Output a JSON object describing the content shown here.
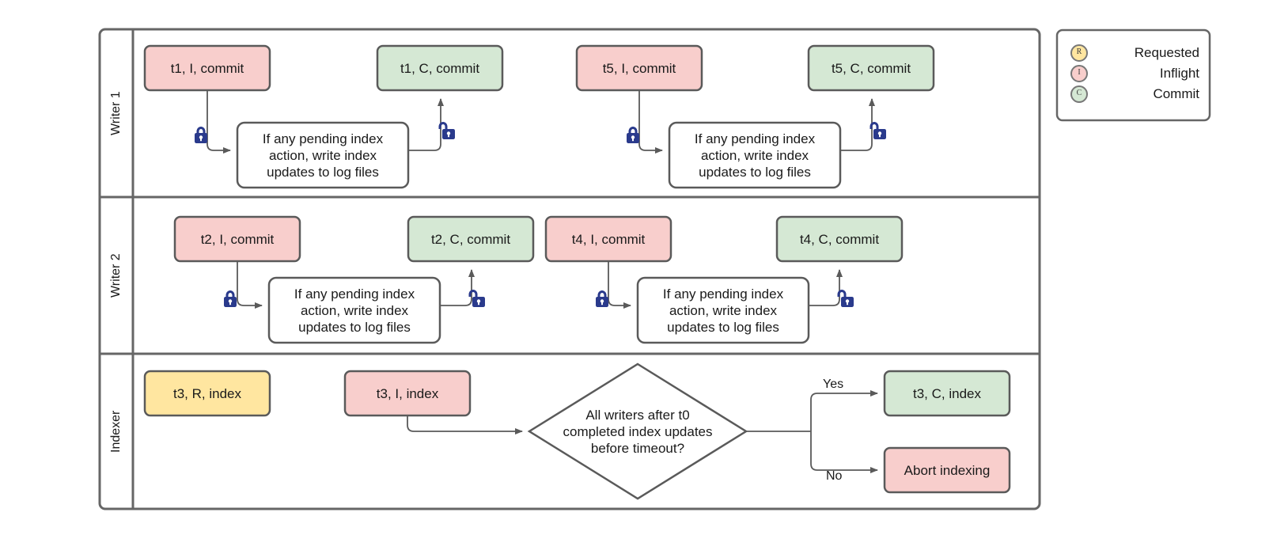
{
  "diagram": {
    "title_visible": false,
    "colors": {
      "inflight_fill": "#f8cecc",
      "commit_fill": "#d5e8d4",
      "requested_fill": "#ffe6a0",
      "plain_fill": "#ffffff",
      "node_stroke": "#5a5a5a",
      "lane_stroke": "#666666",
      "edge_stroke": "#5a5a5a",
      "lock_fill": "#2a3a8c",
      "text": "#1a1a1a"
    },
    "lanes": [
      {
        "id": "writer1",
        "label": "Writer 1"
      },
      {
        "id": "writer2",
        "label": "Writer 2"
      },
      {
        "id": "indexer",
        "label": "Indexer"
      }
    ],
    "nodes": {
      "w1_t1_i": {
        "text": "t1, I, commit",
        "state": "Inflight"
      },
      "w1_t1_c": {
        "text": "t1, C, commit",
        "state": "Commit"
      },
      "w1_t5_i": {
        "text": "t5, I, commit",
        "state": "Inflight"
      },
      "w1_t5_c": {
        "text": "t5, C, commit",
        "state": "Commit"
      },
      "w1_note_a": {
        "text": "If any pending index\naction, write index\nupdates to log files",
        "state": "Plain"
      },
      "w1_note_b": {
        "text": "If any pending index\naction, write index\nupdates to log files",
        "state": "Plain"
      },
      "w2_t2_i": {
        "text": "t2, I, commit",
        "state": "Inflight"
      },
      "w2_t2_c": {
        "text": "t2, C, commit",
        "state": "Commit"
      },
      "w2_t4_i": {
        "text": "t4, I, commit",
        "state": "Inflight"
      },
      "w2_t4_c": {
        "text": "t4, C, commit",
        "state": "Commit"
      },
      "w2_note_a": {
        "text": "If any pending index\naction, write index\nupdates to log files",
        "state": "Plain"
      },
      "w2_note_b": {
        "text": "If any pending index\naction, write index\nupdates to log files",
        "state": "Plain"
      },
      "ix_t3_r": {
        "text": "t3, R, index",
        "state": "Requested"
      },
      "ix_t3_i": {
        "text": "t3, I, index",
        "state": "Inflight"
      },
      "ix_decision": {
        "text": "All writers after t0\ncompleted index updates\nbefore timeout?",
        "state": "Decision"
      },
      "ix_t3_c": {
        "text": "t3, C, index",
        "state": "Commit"
      },
      "ix_abort": {
        "text": "Abort indexing",
        "state": "Inflight"
      }
    },
    "edge_labels": {
      "yes": "Yes",
      "no": "No"
    },
    "locks": [
      {
        "id": "w1-lock-1",
        "kind": "locked-icon"
      },
      {
        "id": "w1-unlock-1",
        "kind": "unlocked-icon"
      },
      {
        "id": "w1-lock-2",
        "kind": "locked-icon"
      },
      {
        "id": "w1-unlock-2",
        "kind": "unlocked-icon"
      },
      {
        "id": "w2-lock-1",
        "kind": "locked-icon"
      },
      {
        "id": "w2-unlock-1",
        "kind": "unlocked-icon"
      },
      {
        "id": "w2-lock-2",
        "kind": "locked-icon"
      },
      {
        "id": "w2-unlock-2",
        "kind": "unlocked-icon"
      }
    ],
    "legend": {
      "items": [
        {
          "letter": "R",
          "label": "Requested",
          "fill": "#ffe6a0"
        },
        {
          "letter": "I",
          "label": "Inflight",
          "fill": "#f8cecc"
        },
        {
          "letter": "C",
          "label": "Commit",
          "fill": "#d5e8d4"
        }
      ]
    }
  }
}
